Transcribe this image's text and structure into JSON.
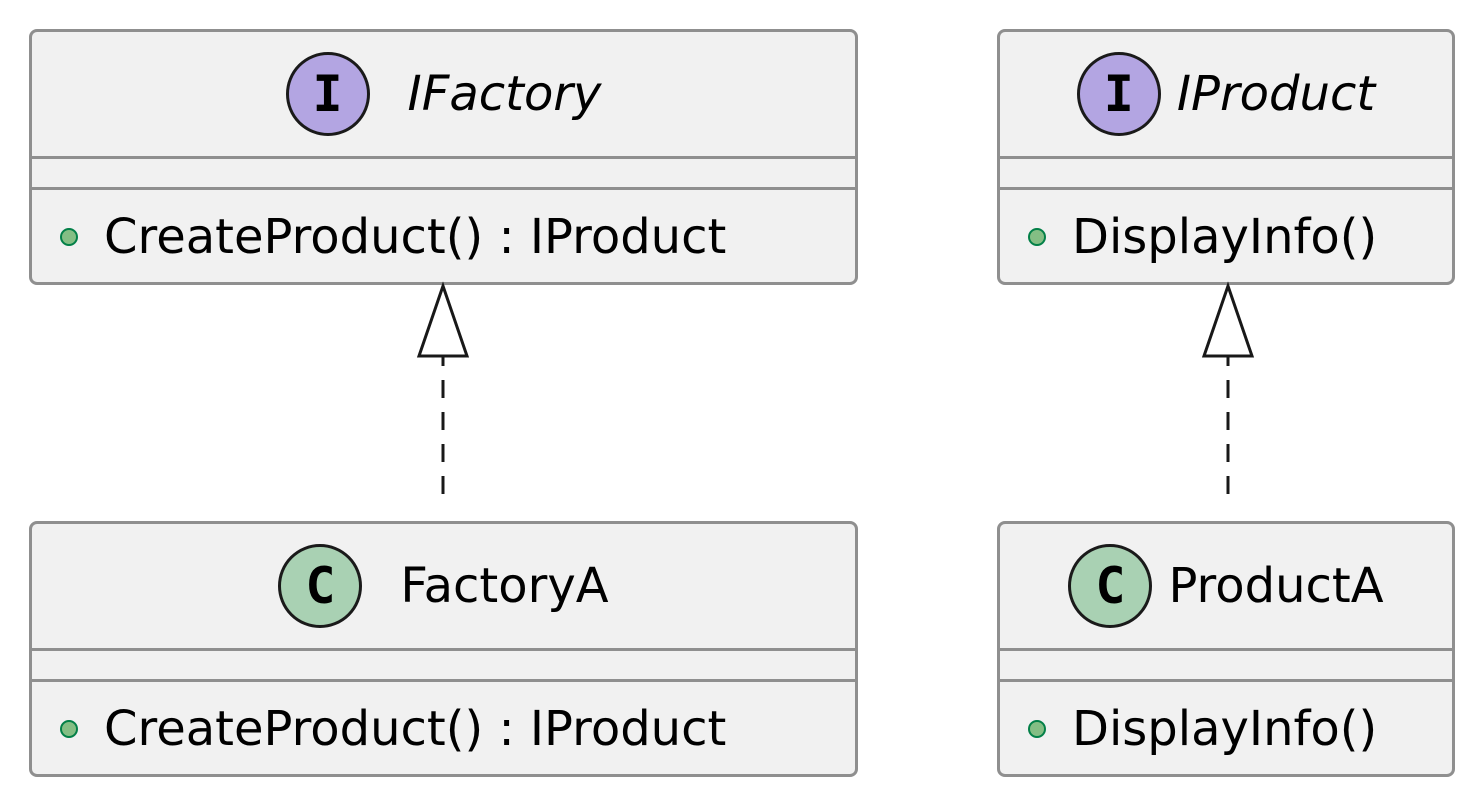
{
  "diagram": {
    "interfaces": {
      "ifactory": {
        "badge": "I",
        "name": "IFactory",
        "methods": [
          {
            "visibility": "+",
            "signature": "CreateProduct() : IProduct"
          }
        ]
      },
      "iproduct": {
        "badge": "I",
        "name": "IProduct",
        "methods": [
          {
            "visibility": "+",
            "signature": "DisplayInfo()"
          }
        ]
      }
    },
    "classes": {
      "factory_a": {
        "badge": "C",
        "name": "FactoryA",
        "methods": [
          {
            "visibility": "+",
            "signature": "CreateProduct() : IProduct"
          }
        ]
      },
      "product_a": {
        "badge": "C",
        "name": "ProductA",
        "methods": [
          {
            "visibility": "+",
            "signature": "DisplayInfo()"
          }
        ]
      }
    },
    "relations": [
      {
        "type": "realization",
        "from": "FactoryA",
        "to": "IFactory"
      },
      {
        "type": "realization",
        "from": "ProductA",
        "to": "IProduct"
      }
    ]
  },
  "colors": {
    "box_fill": "#f1f1f1",
    "box_border": "#8f8f8f",
    "interface_badge": "#b3a5e2",
    "class_badge": "#a9d1b3",
    "public_method_dot": "#84be84",
    "relation_line": "#181818"
  }
}
